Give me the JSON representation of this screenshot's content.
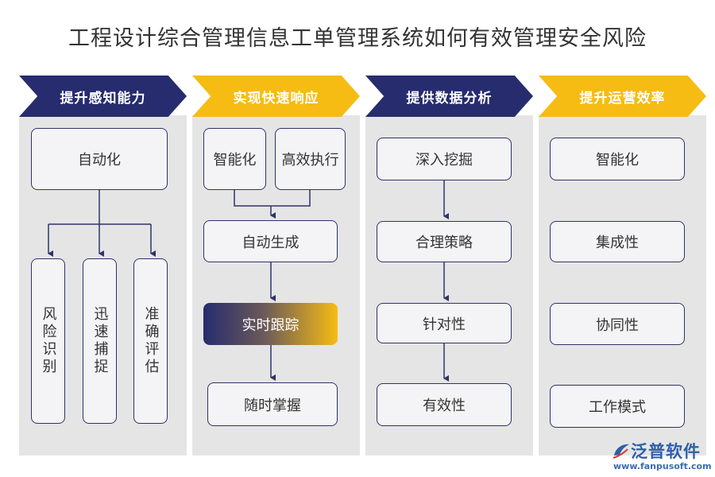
{
  "title": "工程设计综合管理信息工单管理系统如何有效管理安全风险",
  "columns": [
    {
      "header": "提升感知能力",
      "nodes": [
        "自动化",
        "风险识别",
        "迅速捕捉",
        "准确评估"
      ]
    },
    {
      "header": "实现快速响应",
      "nodes": [
        "智能化",
        "高效执行",
        "自动生成",
        "实时跟踪",
        "随时掌握"
      ]
    },
    {
      "header": "提供数据分析",
      "nodes": [
        "深入挖掘",
        "合理策略",
        "针对性",
        "有效性"
      ]
    },
    {
      "header": "提升运营效率",
      "nodes": [
        "智能化",
        "集成性",
        "协同性",
        "工作模式"
      ]
    }
  ],
  "logo": {
    "name": "泛普软件",
    "url": "www.fanpusoft.com",
    "icon": "fanpu-logo-icon"
  },
  "colors": {
    "navy": "#262c6e",
    "gold": "#f6bc13",
    "node_border": "#2e3368",
    "column_bg": "#e5e5e5"
  }
}
